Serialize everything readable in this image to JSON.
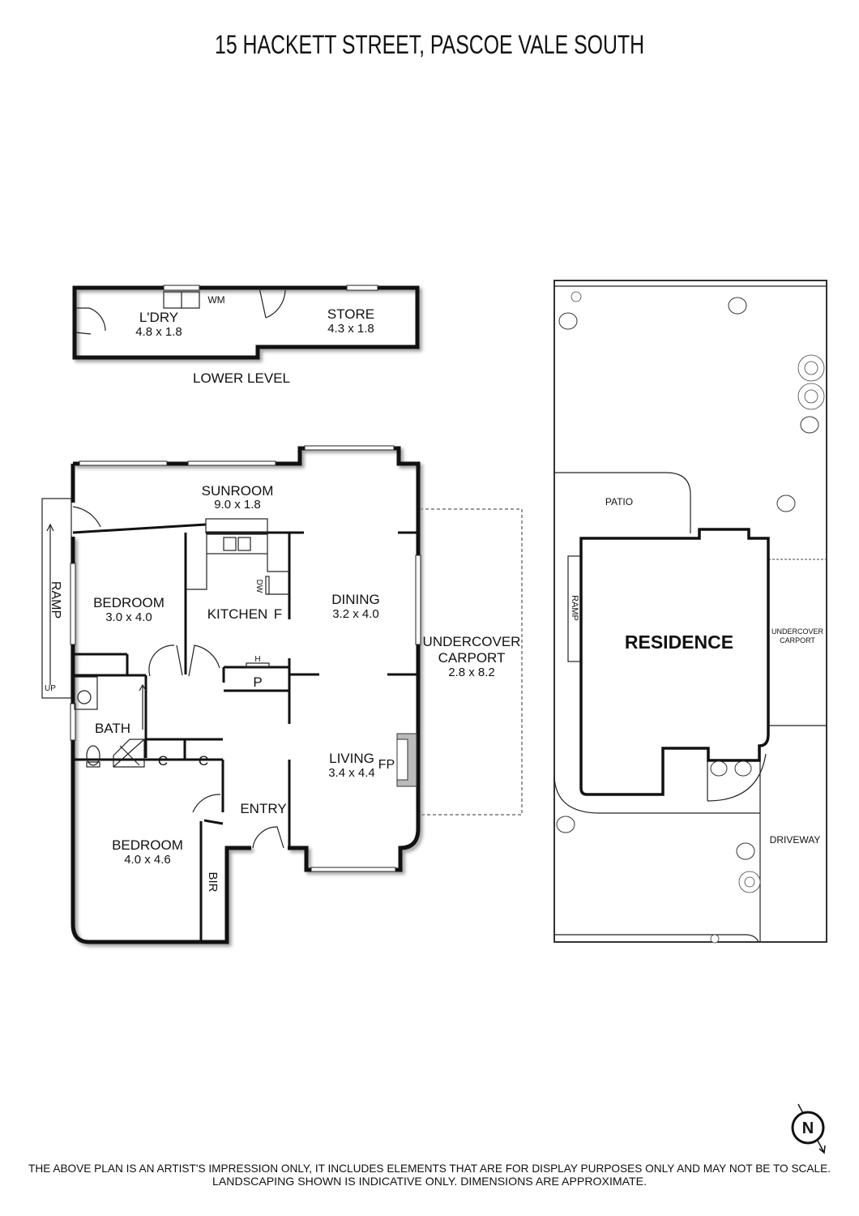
{
  "title": "15 HACKETT STREET, PASCOE VALE SOUTH",
  "lower_level": {
    "label": "LOWER LEVEL",
    "rooms": [
      {
        "name": "L'DRY",
        "dims": "4.8 x 1.8"
      },
      {
        "name": "STORE",
        "dims": "4.3 x 1.8"
      }
    ],
    "fixtures": {
      "wm": "WM"
    }
  },
  "main_level": {
    "rooms": {
      "sunroom": {
        "name": "SUNROOM",
        "dims": "9.0 x 1.8"
      },
      "bedroom1": {
        "name": "BEDROOM",
        "dims": "3.0 x 4.0"
      },
      "kitchen": {
        "name": "KITCHEN"
      },
      "dining": {
        "name": "DINING",
        "dims": "3.2 x 4.0"
      },
      "carport": {
        "name": "UNDERCOVER",
        "name2": "CARPORT",
        "dims": "2.8 x 8.2"
      },
      "bath": {
        "name": "BATH"
      },
      "living": {
        "name": "LIVING",
        "dims": "3.4 x 4.4"
      },
      "entry": {
        "name": "ENTRY"
      },
      "bedroom2": {
        "name": "BEDROOM",
        "dims": "4.0 x 4.6"
      }
    },
    "fixtures": {
      "fridge": "F",
      "dishwasher": "DW",
      "pantry": "P",
      "hot_water": "H",
      "fireplace": "FP",
      "cupboard1": "C",
      "cupboard2": "C",
      "bir": "BIR",
      "ramp": "RAMP",
      "ramp_up": "UP"
    }
  },
  "site_plan": {
    "residence": "RESIDENCE",
    "patio": "PATIO",
    "ramp": "RAMP",
    "carport_line1": "UNDERCOVER",
    "carport_line2": "CARPORT",
    "driveway": "DRIVEWAY"
  },
  "compass": {
    "label": "N"
  },
  "disclaimer": {
    "line1": "THE ABOVE PLAN IS AN ARTIST'S IMPRESSION ONLY, IT INCLUDES ELEMENTS THAT ARE FOR DISPLAY PURPOSES ONLY AND MAY NOT BE TO SCALE.",
    "line2": "LANDSCAPING SHOWN IS INDICATIVE ONLY. DIMENSIONS ARE APPROXIMATE."
  }
}
